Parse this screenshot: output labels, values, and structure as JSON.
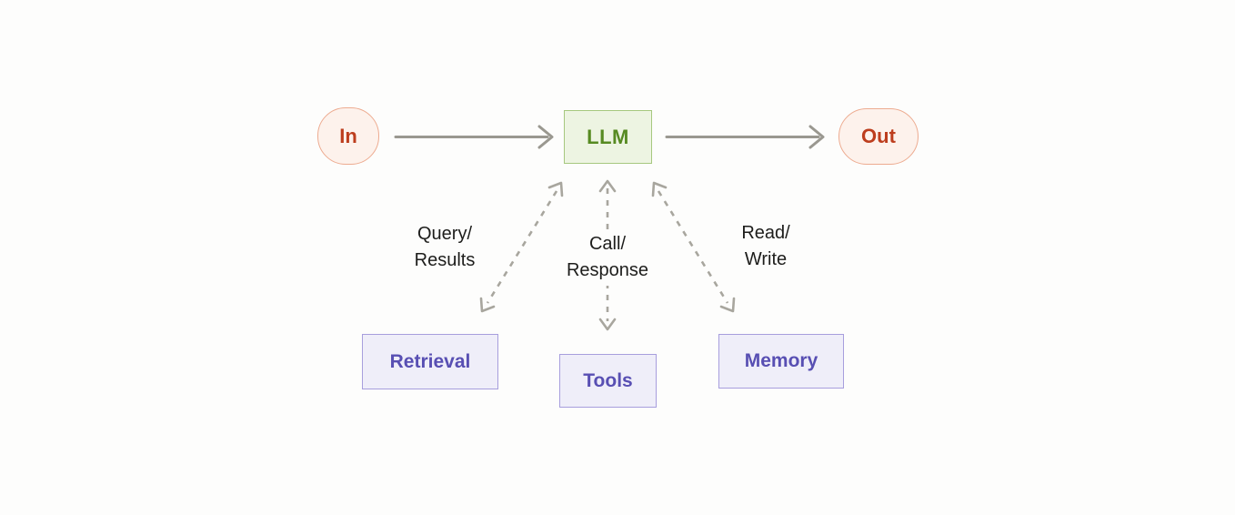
{
  "diagram": {
    "title": "LLM agent loop diagram",
    "nodes": {
      "in": {
        "label": "In"
      },
      "llm": {
        "label": "LLM"
      },
      "out": {
        "label": "Out"
      },
      "retrieval": {
        "label": "Retrieval"
      },
      "tools": {
        "label": "Tools"
      },
      "memory": {
        "label": "Memory"
      }
    },
    "edge_labels": {
      "retrieval": "Query/\nResults",
      "tools": "Call/\nResponse",
      "memory": "Read/\nWrite"
    },
    "edges": [
      {
        "from": "In",
        "to": "LLM",
        "style": "solid-arrow"
      },
      {
        "from": "LLM",
        "to": "Out",
        "style": "solid-arrow"
      },
      {
        "from": "LLM",
        "to": "Retrieval",
        "style": "dashed-double-arrow",
        "label": "Query/Results"
      },
      {
        "from": "LLM",
        "to": "Tools",
        "style": "dashed-double-arrow",
        "label": "Call/Response"
      },
      {
        "from": "LLM",
        "to": "Memory",
        "style": "dashed-double-arrow",
        "label": "Read/Write"
      }
    ],
    "colors": {
      "background": "#fdfdfc",
      "io_fill": "#fdf2ec",
      "io_border": "#edab90",
      "io_text": "#bd3e1e",
      "llm_fill": "#edf4e2",
      "llm_border": "#a6c87f",
      "llm_text": "#568a21",
      "module_fill": "#efeef9",
      "module_border": "#a79edd",
      "module_text": "#584fb3",
      "solid_arrow": "#9a9890",
      "dashed_arrow": "#a8a69e",
      "edge_label_text": "#1d1d1b"
    }
  }
}
